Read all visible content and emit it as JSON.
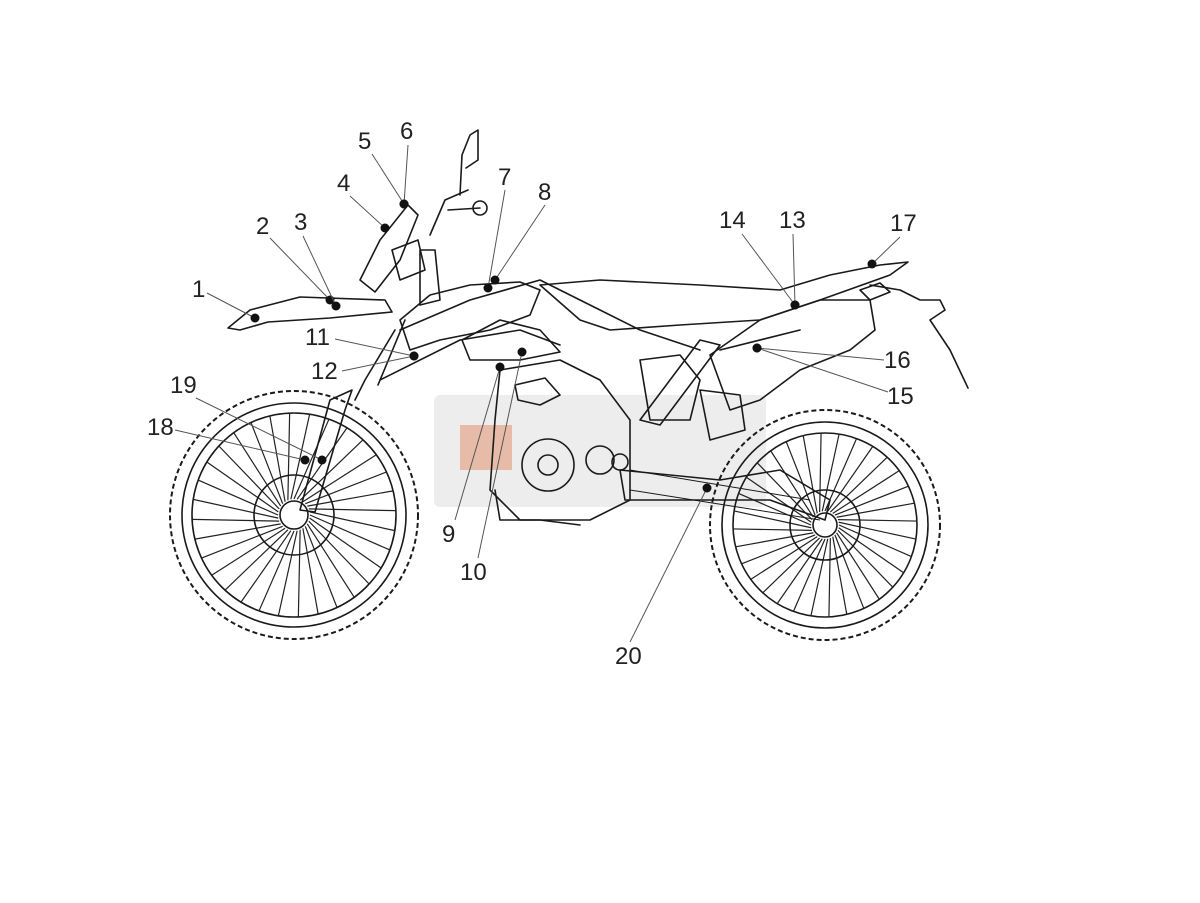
{
  "diagram": {
    "callouts": [
      "1",
      "2",
      "3",
      "4",
      "5",
      "6",
      "7",
      "8",
      "9",
      "10",
      "11",
      "12",
      "13",
      "14",
      "15",
      "16",
      "17",
      "18",
      "19",
      "20"
    ]
  },
  "colors": {
    "line": "#1a1a1a",
    "label": "#222222",
    "watermark_accent": "#d9622b"
  }
}
